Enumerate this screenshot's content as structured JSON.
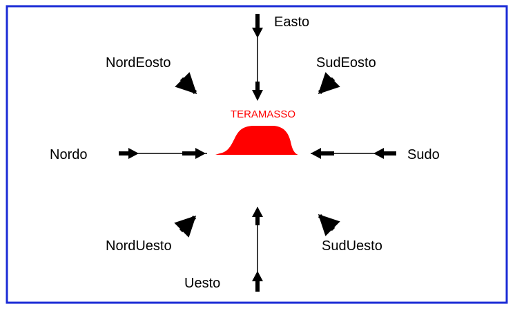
{
  "diagram": {
    "center_label": "TERAMASSO",
    "directions": {
      "east": "Easto",
      "north_east": "NordEosto",
      "south_east": "SudEosto",
      "north": "Nordo",
      "south": "Sudo",
      "north_west": "NordUesto",
      "south_west": "SudUesto",
      "west": "Uesto"
    },
    "colors": {
      "frame": "#1a2bd6",
      "land": "#ff0000",
      "center_label": "#ff0000",
      "arrows": "#000000",
      "text": "#000000"
    }
  }
}
